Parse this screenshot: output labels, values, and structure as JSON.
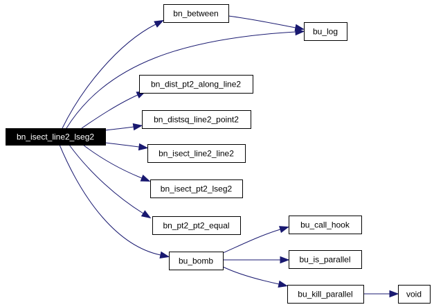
{
  "diagram": {
    "type": "call-graph",
    "edge_color": "#191970",
    "root_fill": "#000000",
    "root_text_color": "#ffffff",
    "nodes": [
      {
        "id": "bn_isect_line2_lseg2",
        "label": "bn_isect_line2_lseg2",
        "root": true
      },
      {
        "id": "bn_between",
        "label": "bn_between"
      },
      {
        "id": "bu_log",
        "label": "bu_log"
      },
      {
        "id": "bn_dist_pt2_along_line2",
        "label": "bn_dist_pt2_along_line2"
      },
      {
        "id": "bn_distsq_line2_point2",
        "label": "bn_distsq_line2_point2"
      },
      {
        "id": "bn_isect_line2_line2",
        "label": "bn_isect_line2_line2"
      },
      {
        "id": "bn_isect_pt2_lseg2",
        "label": "bn_isect_pt2_lseg2"
      },
      {
        "id": "bn_pt2_pt2_equal",
        "label": "bn_pt2_pt2_equal"
      },
      {
        "id": "bu_bomb",
        "label": "bu_bomb"
      },
      {
        "id": "bu_call_hook",
        "label": "bu_call_hook"
      },
      {
        "id": "bu_is_parallel",
        "label": "bu_is_parallel"
      },
      {
        "id": "bu_kill_parallel",
        "label": "bu_kill_parallel"
      },
      {
        "id": "void",
        "label": "void"
      }
    ],
    "edges": [
      {
        "from": "bn_isect_line2_lseg2",
        "to": "bn_between"
      },
      {
        "from": "bn_isect_line2_lseg2",
        "to": "bu_log"
      },
      {
        "from": "bn_between",
        "to": "bu_log"
      },
      {
        "from": "bn_isect_line2_lseg2",
        "to": "bn_dist_pt2_along_line2"
      },
      {
        "from": "bn_isect_line2_lseg2",
        "to": "bn_distsq_line2_point2"
      },
      {
        "from": "bn_isect_line2_lseg2",
        "to": "bn_isect_line2_line2"
      },
      {
        "from": "bn_isect_line2_lseg2",
        "to": "bn_isect_pt2_lseg2"
      },
      {
        "from": "bn_isect_line2_lseg2",
        "to": "bn_pt2_pt2_equal"
      },
      {
        "from": "bn_isect_line2_lseg2",
        "to": "bu_bomb"
      },
      {
        "from": "bu_bomb",
        "to": "bu_call_hook"
      },
      {
        "from": "bu_bomb",
        "to": "bu_is_parallel"
      },
      {
        "from": "bu_bomb",
        "to": "bu_kill_parallel"
      },
      {
        "from": "bu_kill_parallel",
        "to": "void"
      }
    ]
  }
}
